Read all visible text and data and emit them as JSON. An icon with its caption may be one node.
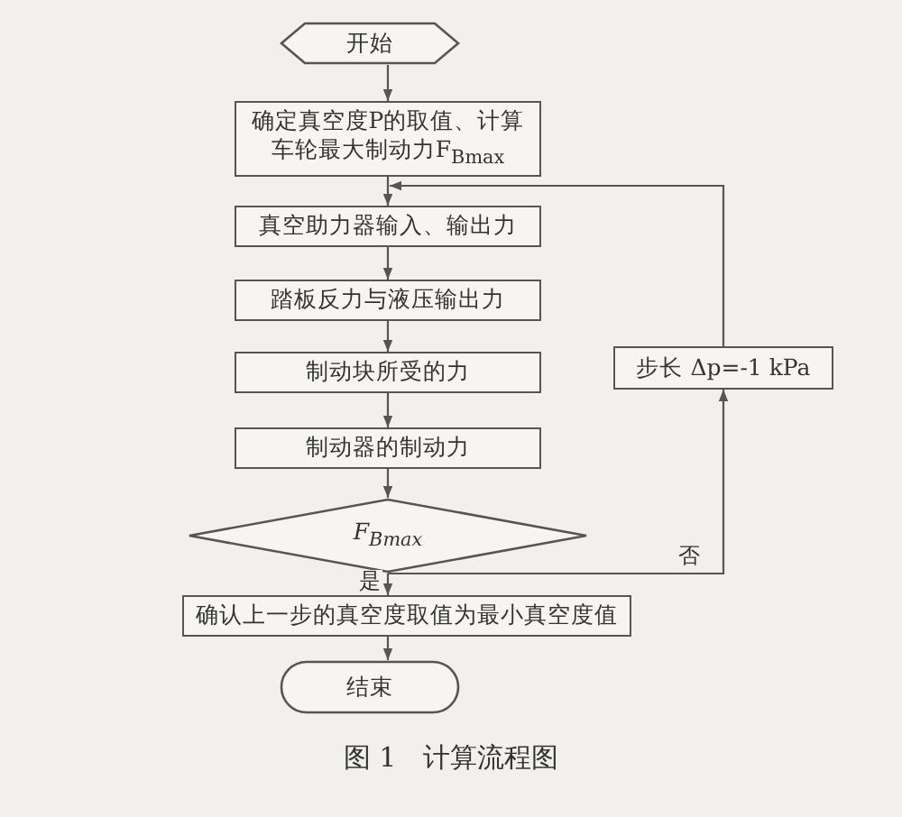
{
  "diagram": {
    "caption": "图 1　计算流程图",
    "nodes": [
      {
        "text": [
          "开始"
        ]
      },
      {
        "text": [
          "确定真空度P的取值、计算车轮最大制动力F$_{Bmax}$"
        ]
      },
      {
        "text": [
          "真空助力器输入、输出力"
        ]
      },
      {
        "text": [
          "踏板反力与液压输出力"
        ]
      },
      {
        "text": [
          "制动块所受的力"
        ]
      },
      {
        "text": [
          "制动器的制动力"
        ]
      },
      {
        "text": [
          "F$_{Bmax}$"
        ]
      },
      {
        "text": [
          "确认上一步的真空度取值为最小真空度值"
        ]
      },
      {
        "text": [
          "结束"
        ]
      },
      {
        "text": [
          "步长 Δp=-1 kPa"
        ]
      }
    ],
    "edges": [
      {
        "from": 0,
        "to": 1,
        "arrow": "to"
      },
      {
        "from": 1,
        "to": 2,
        "arrow": "to"
      },
      {
        "from": 2,
        "to": 3,
        "arrow": "to"
      },
      {
        "from": 3,
        "to": 4,
        "arrow": "to"
      },
      {
        "from": 4,
        "to": 5,
        "arrow": "to"
      },
      {
        "from": 5,
        "to": 6,
        "arrow": "to"
      },
      {
        "from": 6,
        "to": 7,
        "label": "是",
        "arrow": "to"
      },
      {
        "from": 7,
        "to": 8,
        "arrow": "to"
      },
      {
        "from": 6,
        "to": 9,
        "label": "否",
        "arrow": "to"
      },
      {
        "from": 9,
        "to": 2,
        "arrow": "to"
      }
    ]
  }
}
